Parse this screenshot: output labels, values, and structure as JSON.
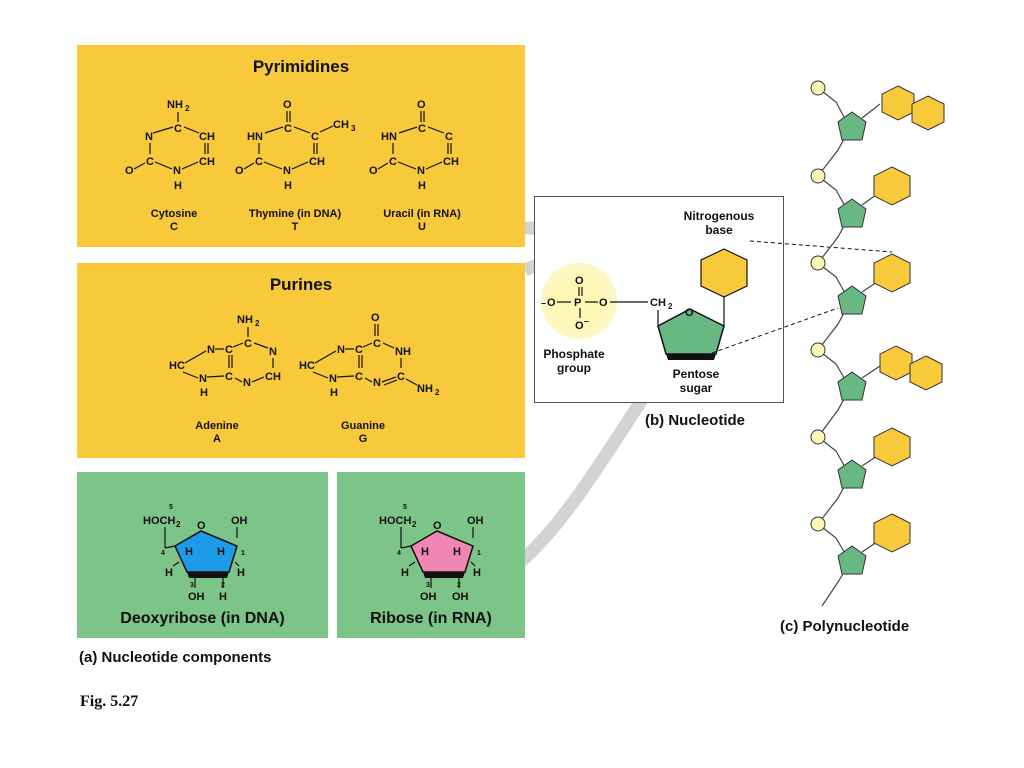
{
  "pyrimidines": {
    "title": "Pyrimidines",
    "molecules": [
      {
        "name": "Cytosine",
        "letter": "C"
      },
      {
        "name": "Thymine (in DNA)",
        "letter": "T"
      },
      {
        "name": "Uracil (in RNA)",
        "letter": "U"
      }
    ]
  },
  "purines": {
    "title": "Purines",
    "molecules": [
      {
        "name": "Adenine",
        "letter": "A"
      },
      {
        "name": "Guanine",
        "letter": "G"
      }
    ]
  },
  "sugars": [
    {
      "label": "Deoxyribose (in DNA)",
      "color": "#1e9be8"
    },
    {
      "label": "Ribose (in RNA)",
      "color": "#ef86b4"
    }
  ],
  "caption_a": "(a) Nucleotide components",
  "nucleotide": {
    "base_label_line1": "Nitrogenous",
    "base_label_line2": "base",
    "phosphate_label_line1": "Phosphate",
    "phosphate_label_line2": "group",
    "sugar_label_line1": "Pentose",
    "sugar_label_line2": "sugar",
    "caption": "(b) Nucleotide"
  },
  "caption_c": "(c) Polynucleotide",
  "figure_label": "Fig. 5.27",
  "colors": {
    "panel_yellow": "#f9c93c",
    "panel_green": "#7dc488",
    "base_hexagon": "#f9c93c",
    "sugar_pentagon": "#67b883",
    "phosphate_circle": "#fdf6b4",
    "phosphate_glow": "#fcf3a8",
    "arrow_gray": "#d3d3d3"
  }
}
